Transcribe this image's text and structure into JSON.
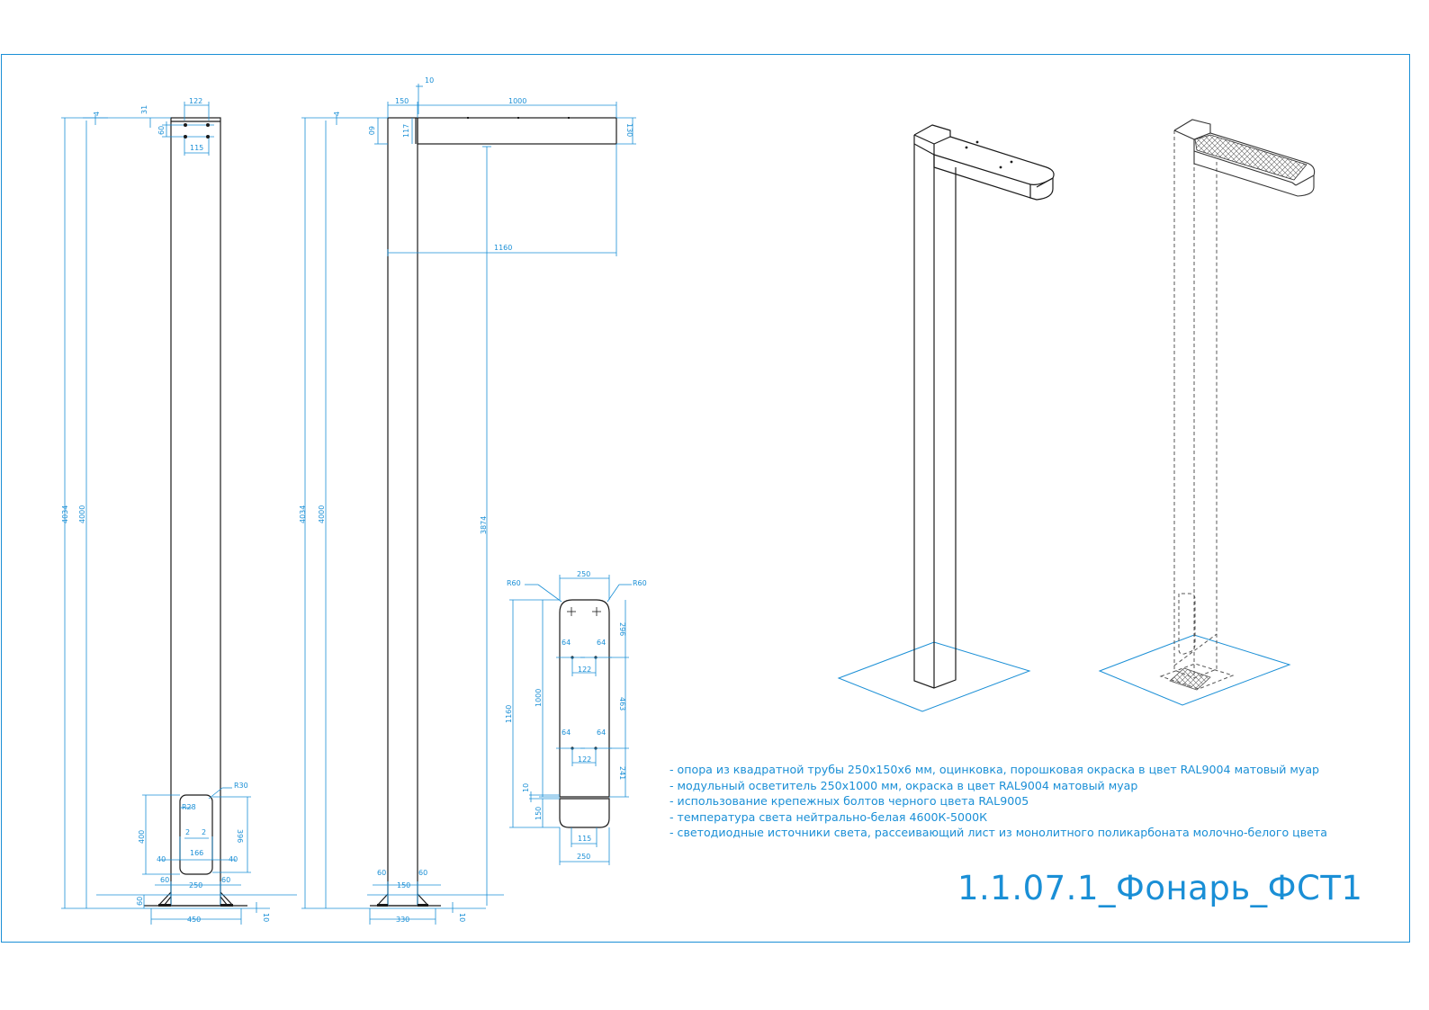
{
  "colors": {
    "frame": "#1a8fd6",
    "outline": "#1a1a1a",
    "dimension": "#1a8fd6",
    "hidden": "#555555"
  },
  "dimensions": {
    "front": {
      "top_width": "122",
      "top_offset": "4",
      "top_drop": "31",
      "hole_drop": "60",
      "hole_spacing": "115",
      "total_height": "4034",
      "pole_height": "4000",
      "hatch_radius_outer": "R30",
      "hatch_radius_inner": "R28",
      "hatch_height": "400",
      "hatch_inner_height": "396",
      "hatch_gap_left": "2",
      "hatch_gap_right": "2",
      "hatch_side_left": "40",
      "hatch_side_right": "40",
      "hatch_width": "166",
      "base_left": "60",
      "base_right": "60",
      "base_pole_width": "250",
      "base_height": "60",
      "base_width": "450",
      "base_thickness": "10"
    },
    "side": {
      "top_gap": "10",
      "arm_offset": "150",
      "arm_length": "1000",
      "top_offset": "4",
      "arm_drop": "60",
      "arm_height_left": "117",
      "arm_height_right": "130",
      "arm_total": "1160",
      "light_height": "3874",
      "total_height": "4034",
      "pole_height": "4000",
      "base_left": "60",
      "base_right": "60",
      "base_pole_width": "150",
      "base_width": "330",
      "base_thickness": "10"
    },
    "luminaire": {
      "radius_left": "R60",
      "radius_right": "R60",
      "top_width": "250",
      "hole_offset_left_1": "64",
      "hole_offset_right_1": "64",
      "hole_spacing_1": "122",
      "hole_offset_left_2": "64",
      "hole_offset_right_2": "64",
      "hole_spacing_2": "122",
      "upper_offset": "296",
      "hole_distance": "463",
      "lower_offset": "241",
      "overall_height": "1160",
      "panel_height": "1000",
      "gap": "10",
      "cap_height": "150",
      "cap_hole_spacing": "115",
      "bottom_width": "250"
    }
  },
  "notes": [
    "- опора из квадратной трубы 250х150х6 мм, оцинковка, порошковая окраска в цвет RAL9004 матовый муар",
    "- модульный осветитель 250х1000 мм, окраска в цвет RAL9004 матовый муар",
    "- использование крепежных болтов черного цвета RAL9005",
    "- температура света нейтрально-белая 4600К-5000К",
    "- светодиодные источники света, рассеивающий лист из монолитного поликарбоната молочно-белого цвета"
  ],
  "title": "1.1.07.1_Фонарь_ФСТ1"
}
